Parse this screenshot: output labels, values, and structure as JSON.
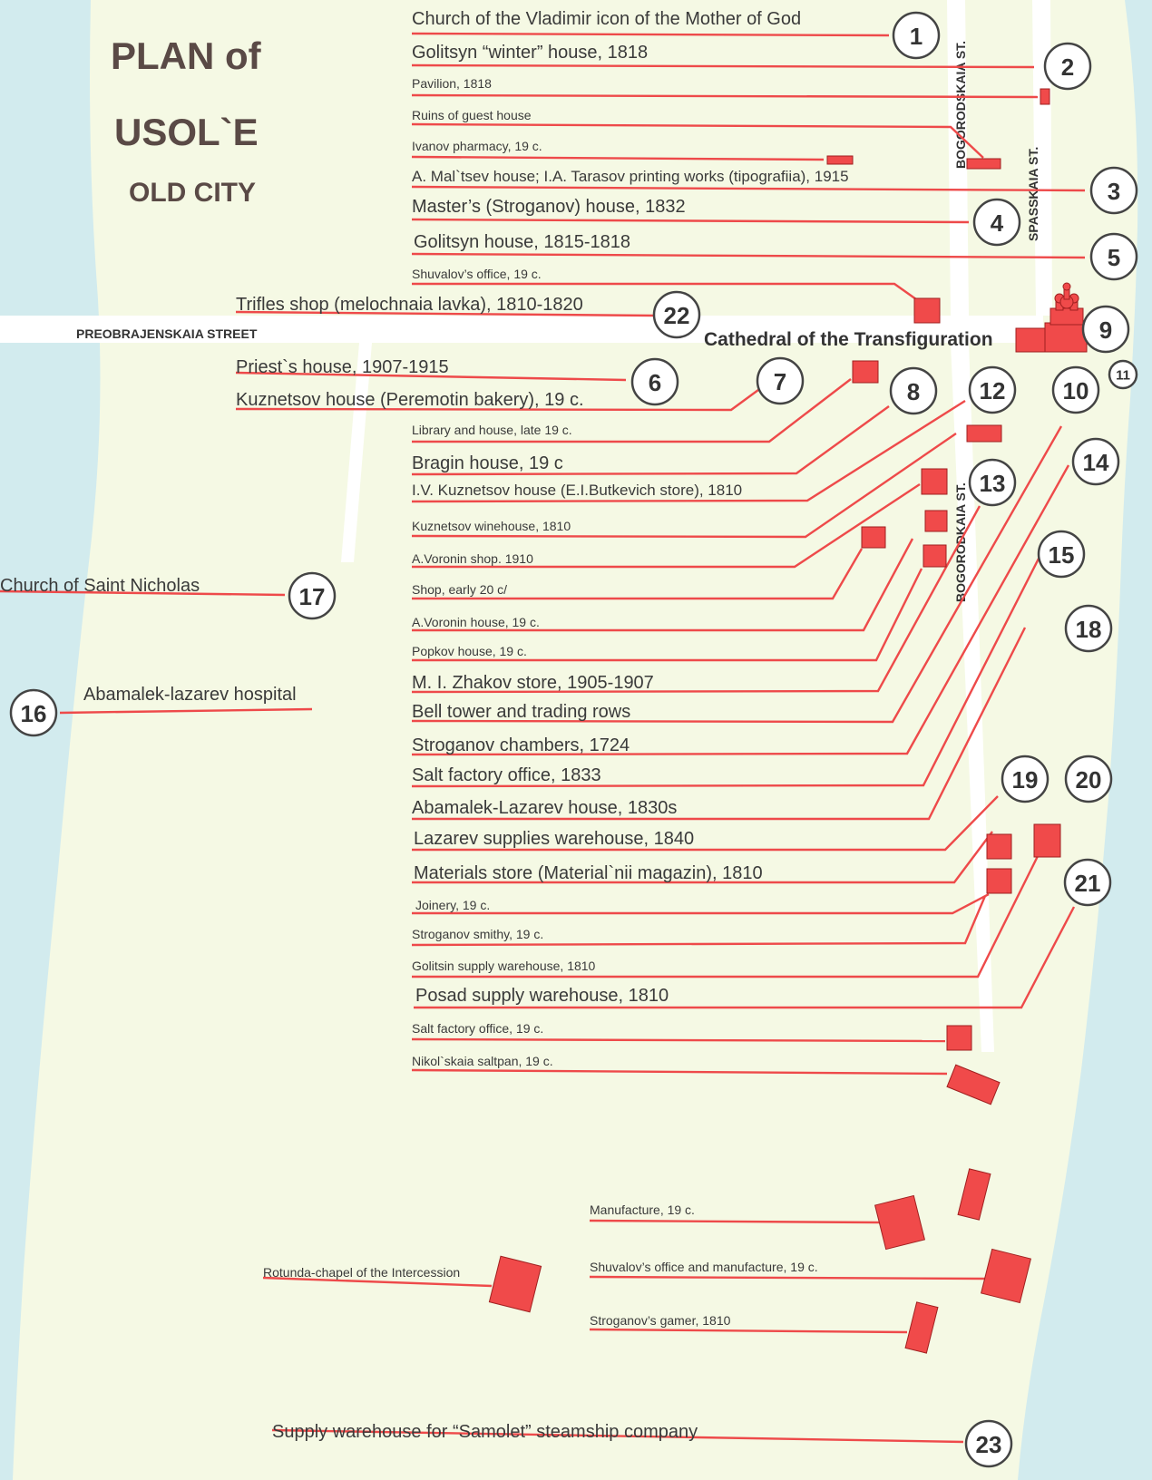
{
  "title": {
    "line1": "PLAN of",
    "line2": "USOL`E",
    "line3": "OLD CITY"
  },
  "streets": {
    "preobrajenskaia": "PREOBRAJENSKAIA STREET",
    "bogorodskaia_north": "BOGORODSKAIA ST.",
    "bogorodskaia_south": "BOGORODKAIA ST.",
    "spasskaia": "SPASSKAIA ST."
  },
  "cathedral_label": "Cathedral of the Transfiguration",
  "labels": [
    "Church of the Vladimir icon of the Mother of God",
    "Golitsyn “winter” house, 1818",
    "Pavilion, 1818",
    "Ruins of guest house",
    "Ivanov pharmacy, 19 c.",
    "A. Mal`tsev house; I.A. Tarasov printing works (tipografiia), 1915",
    "Master’s (Stroganov) house, 1832",
    "Golitsyn house, 1815-1818",
    "Shuvalov’s  office, 19 c.",
    "Trifles shop (melochnaia lavka), 1810-1820",
    "Priest`s house, 1907-1915",
    "Kuznetsov house (Peremotin bakery), 19 c.",
    "Library and house, late 19 c.",
    "Bragin house, 19 c",
    "I.V. Kuznetsov house (E.I.Butkevich store), 1810",
    "Kuznetsov winehouse,  1810",
    "A.Voronin shop. 1910",
    "Shop, early 20 c/",
    "A.Voronin house, 19 c.",
    "Popkov house, 19 c.",
    "M. I. Zhakov store, 1905-1907",
    "Bell tower and trading rows",
    "Stroganov chambers, 1724",
    "Salt factory office, 1833",
    "Abamalek-Lazarev house, 1830s",
    "Lazarev supplies warehouse, 1840",
    "Materials store (Material`nii magazin), 1810",
    "Joinery, 19 c.",
    "Stroganov smithy, 19 c.",
    "Golitsin supply warehouse, 1810",
    "Posad supply warehouse, 1810",
    "Salt factory office, 19 c.",
    "Nikol`skaia saltpan, 19 c.",
    "Manufacture, 19 c.",
    "Shuvalov’s office and manufacture, 19 c.",
    "Stroganov’s gamer, 1810",
    "Rotunda-chapel of the Intercession",
    "Supply warehouse for “Samolet” steamship company",
    "Church of Saint Nicholas",
    "Abamalek-lazarev hospital"
  ],
  "markers": [
    "1",
    "2",
    "3",
    "4",
    "5",
    "6",
    "7",
    "8",
    "9",
    "10",
    "11",
    "12",
    "13",
    "14",
    "15",
    "16",
    "17",
    "18",
    "19",
    "20",
    "21",
    "22",
    "23"
  ],
  "colors": {
    "building": "#f04a4a",
    "leader_line": "#ee4a4a",
    "river": "#d2ebee",
    "land": "#f5f9e4",
    "street": "#ffffff"
  }
}
